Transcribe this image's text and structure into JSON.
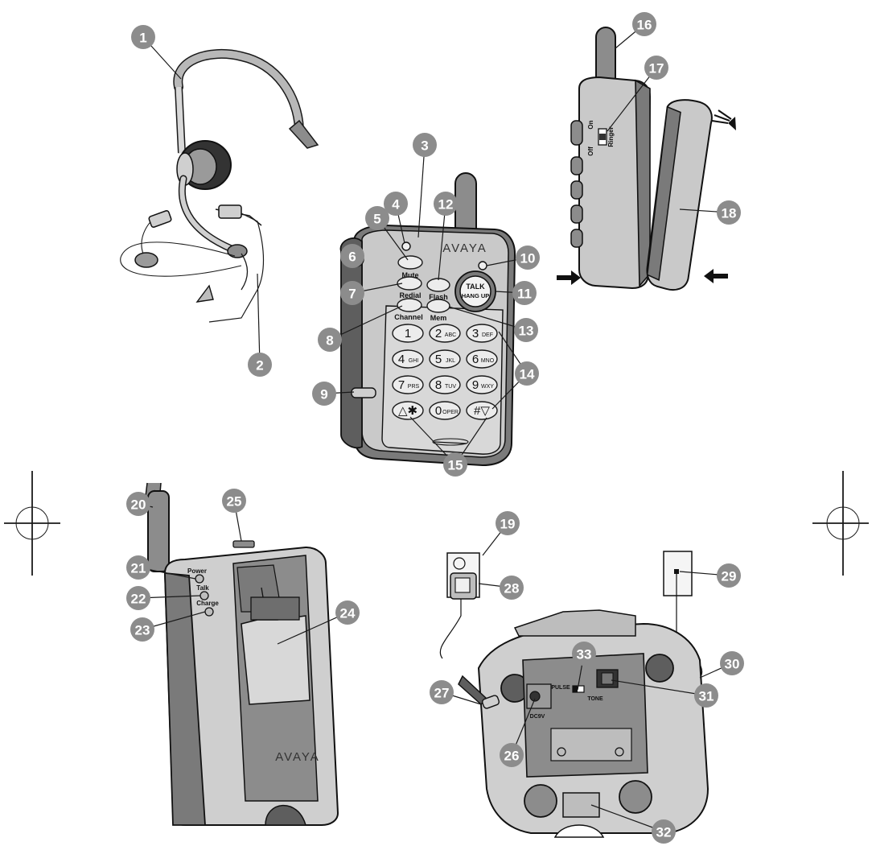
{
  "brand": "AVAYA",
  "handset": {
    "buttons": {
      "mute": "Mute",
      "flash": "Flash",
      "redial": "Redial",
      "mem": "Mem",
      "channel": "Channel",
      "talk": "TALK",
      "hangup": "HANG UP"
    },
    "keys": [
      {
        "main": "1",
        "sub": ""
      },
      {
        "main": "2",
        "sub": "ABC"
      },
      {
        "main": "3",
        "sub": "DEF"
      },
      {
        "main": "4",
        "sub": "GHI"
      },
      {
        "main": "5",
        "sub": "JKL"
      },
      {
        "main": "6",
        "sub": "MNO"
      },
      {
        "main": "7",
        "sub": "PRS"
      },
      {
        "main": "8",
        "sub": "TUV"
      },
      {
        "main": "9",
        "sub": "WXY"
      },
      {
        "main": "△✱",
        "sub": ""
      },
      {
        "main": "0",
        "sub": "OPER"
      },
      {
        "main": "#▽",
        "sub": ""
      }
    ]
  },
  "side_view": {
    "ringer": "Ringer",
    "off": "Off",
    "on": "On"
  },
  "base": {
    "power": "Power",
    "talk": "Talk",
    "charge": "Charge"
  },
  "underside": {
    "pulse": "PULSE",
    "tone": "TONE",
    "dc": "DC9V"
  },
  "callouts": [
    "1",
    "2",
    "3",
    "4",
    "5",
    "6",
    "7",
    "8",
    "9",
    "10",
    "11",
    "12",
    "13",
    "14",
    "15",
    "16",
    "17",
    "18",
    "19",
    "20",
    "21",
    "22",
    "23",
    "24",
    "25",
    "26",
    "27",
    "28",
    "29",
    "30",
    "31",
    "32",
    "33"
  ]
}
